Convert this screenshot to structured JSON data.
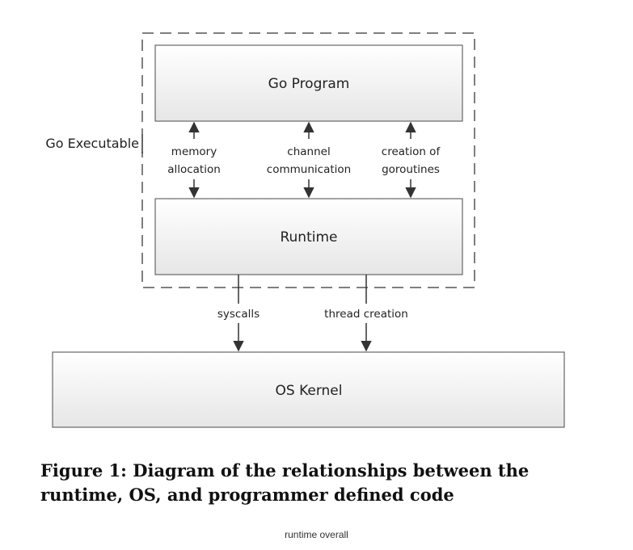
{
  "diagram": {
    "outer_label": "Go Executable",
    "nodes": {
      "go_program": "Go Program",
      "runtime": "Runtime",
      "os_kernel": "OS Kernel"
    },
    "edges": {
      "memory_allocation": [
        "memory",
        "allocation"
      ],
      "channel_communication": [
        "channel",
        "communication"
      ],
      "creation_of_goroutines": [
        "creation of",
        "goroutines"
      ],
      "syscalls": "syscalls",
      "thread_creation": "thread creation"
    }
  },
  "caption": {
    "line1": "Figure 1: Diagram of the relationships between the",
    "line2": "runtime, OS, and programmer defined code"
  },
  "image_label": "runtime overall",
  "colors": {
    "box_fill_top": "#ffffff",
    "box_fill_bottom": "#e6e6e6",
    "box_stroke": "#666666",
    "dashed_stroke": "#555555",
    "arrow": "#333333"
  }
}
